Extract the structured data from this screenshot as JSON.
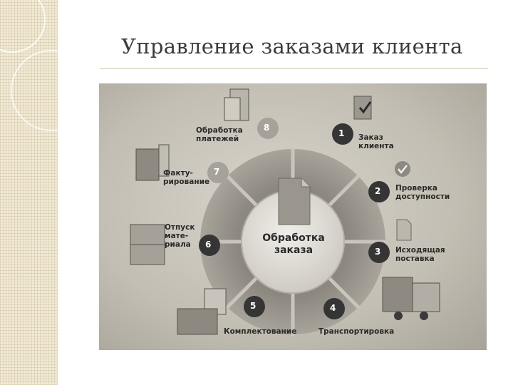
{
  "slide": {
    "title": "Управление заказами клиента"
  },
  "diagram": {
    "center_line1": "Обработка",
    "center_line2": "заказа",
    "steps": [
      {
        "number": "1",
        "line1": "Заказ",
        "line2": "клиента"
      },
      {
        "number": "2",
        "line1": "Проверка",
        "line2": "доступности"
      },
      {
        "number": "3",
        "line1": "Исходящая",
        "line2": "поставка"
      },
      {
        "number": "4",
        "line1": "Транспортировка",
        "line2": ""
      },
      {
        "number": "5",
        "line1": "Комплектование",
        "line2": ""
      },
      {
        "number": "6",
        "line1": "Отпуск",
        "line2": "мате-",
        "line3": "риала"
      },
      {
        "number": "7",
        "line1": "Факту-",
        "line2": "рирование"
      },
      {
        "number": "8",
        "line1": "Обработка",
        "line2": "платежей"
      }
    ]
  }
}
